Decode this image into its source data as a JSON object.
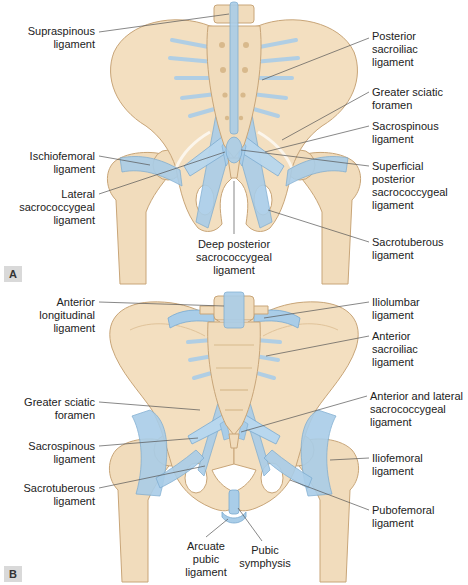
{
  "diagram": {
    "labels": [
      "Supraspinous ligament",
      "Posterior sacroiliac ligament",
      "Greater sciatic foramen",
      "Sacrospinous ligament",
      "Ischiofemoral ligament",
      "Superficial posterior sacrococcygeal ligament",
      "Lateral sacrococcygeal ligament",
      "Deep posterior sacrococcygeal ligament",
      "Sacrotuberous ligament",
      "A",
      "Anterior longitudinal ligament",
      "Iliolumbar ligament",
      "Anterior sacroiliac ligament",
      "Greater sciatic foramen",
      "Anterior and lateral sacrococcygeal ligament",
      "Sacrospinous ligament",
      "Iliofemoral ligament",
      "Sacrotuberous ligament",
      "Pubofemoral ligament",
      "Arcuate pubic ligament",
      "Pubic symphysis",
      "B"
    ]
  }
}
